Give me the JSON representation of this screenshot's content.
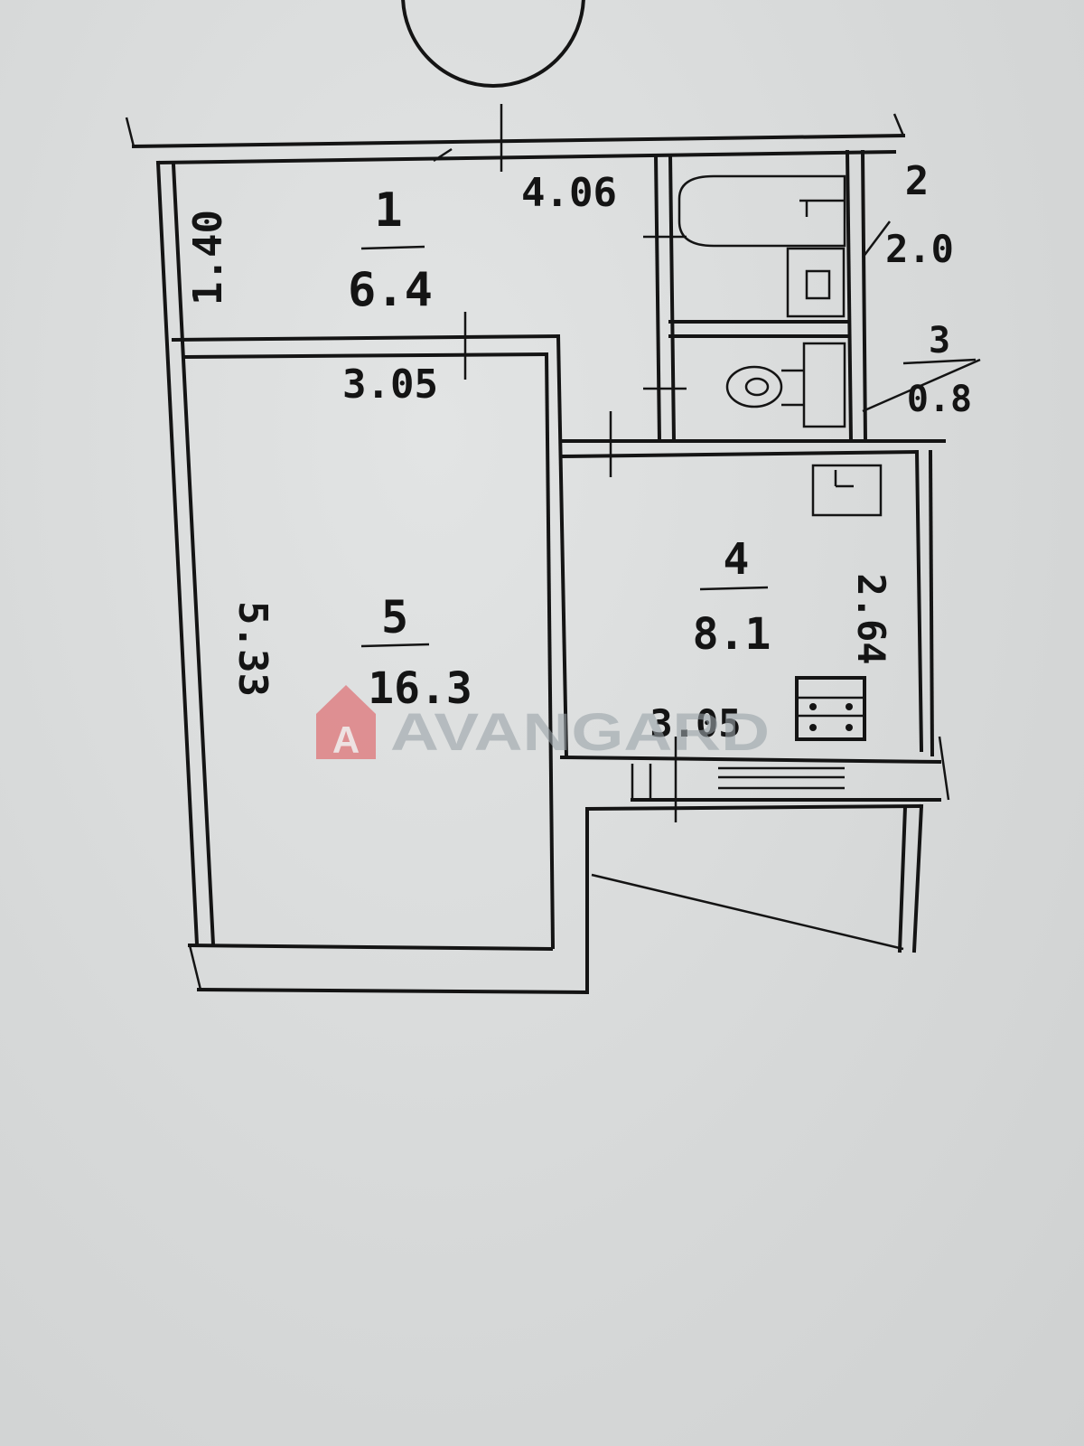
{
  "rooms": [
    {
      "number": "1",
      "area": "6.4"
    },
    {
      "number": "2",
      "area": "2.0"
    },
    {
      "number": "3",
      "area": "0.8"
    },
    {
      "number": "4",
      "area": "8.1"
    },
    {
      "number": "5",
      "area": "16.3"
    }
  ],
  "dimensions": {
    "hall_length": "4.06",
    "hall_width": "1.40",
    "room5_width": "3.05",
    "room5_length": "5.33",
    "kitchen_width": "3.05",
    "kitchen_length": "2.64"
  },
  "watermark": {
    "brand": "AVANGARD",
    "logo_letter": "A",
    "logo_color": "#e0393e"
  },
  "colors": {
    "paper": "#dcdede",
    "ink": "#141414"
  }
}
